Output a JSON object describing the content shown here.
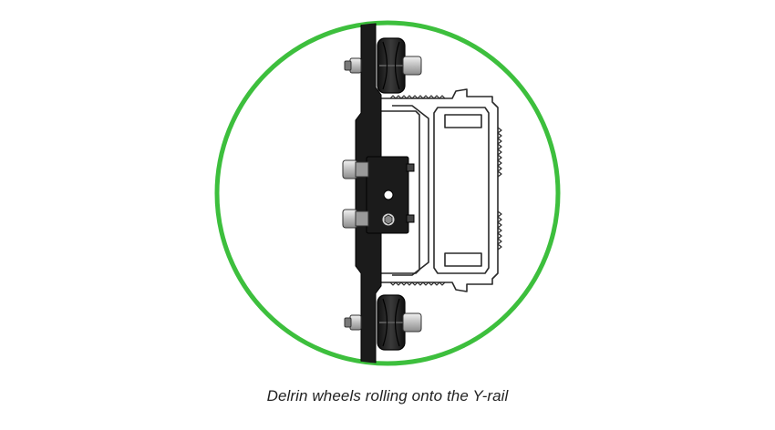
{
  "caption": "Delrin wheels rolling onto the Y-rail",
  "colors": {
    "circle_outline": "#3dbf3d",
    "plate": "#1b1b1b",
    "rail_outline": "#2a2a2a",
    "rail_fill": "#ffffff",
    "bolt_metal": "#cfcfcf",
    "background": "#ffffff"
  },
  "parts": {
    "wheels": 2,
    "bolts": 4,
    "eccentric_block": true
  }
}
